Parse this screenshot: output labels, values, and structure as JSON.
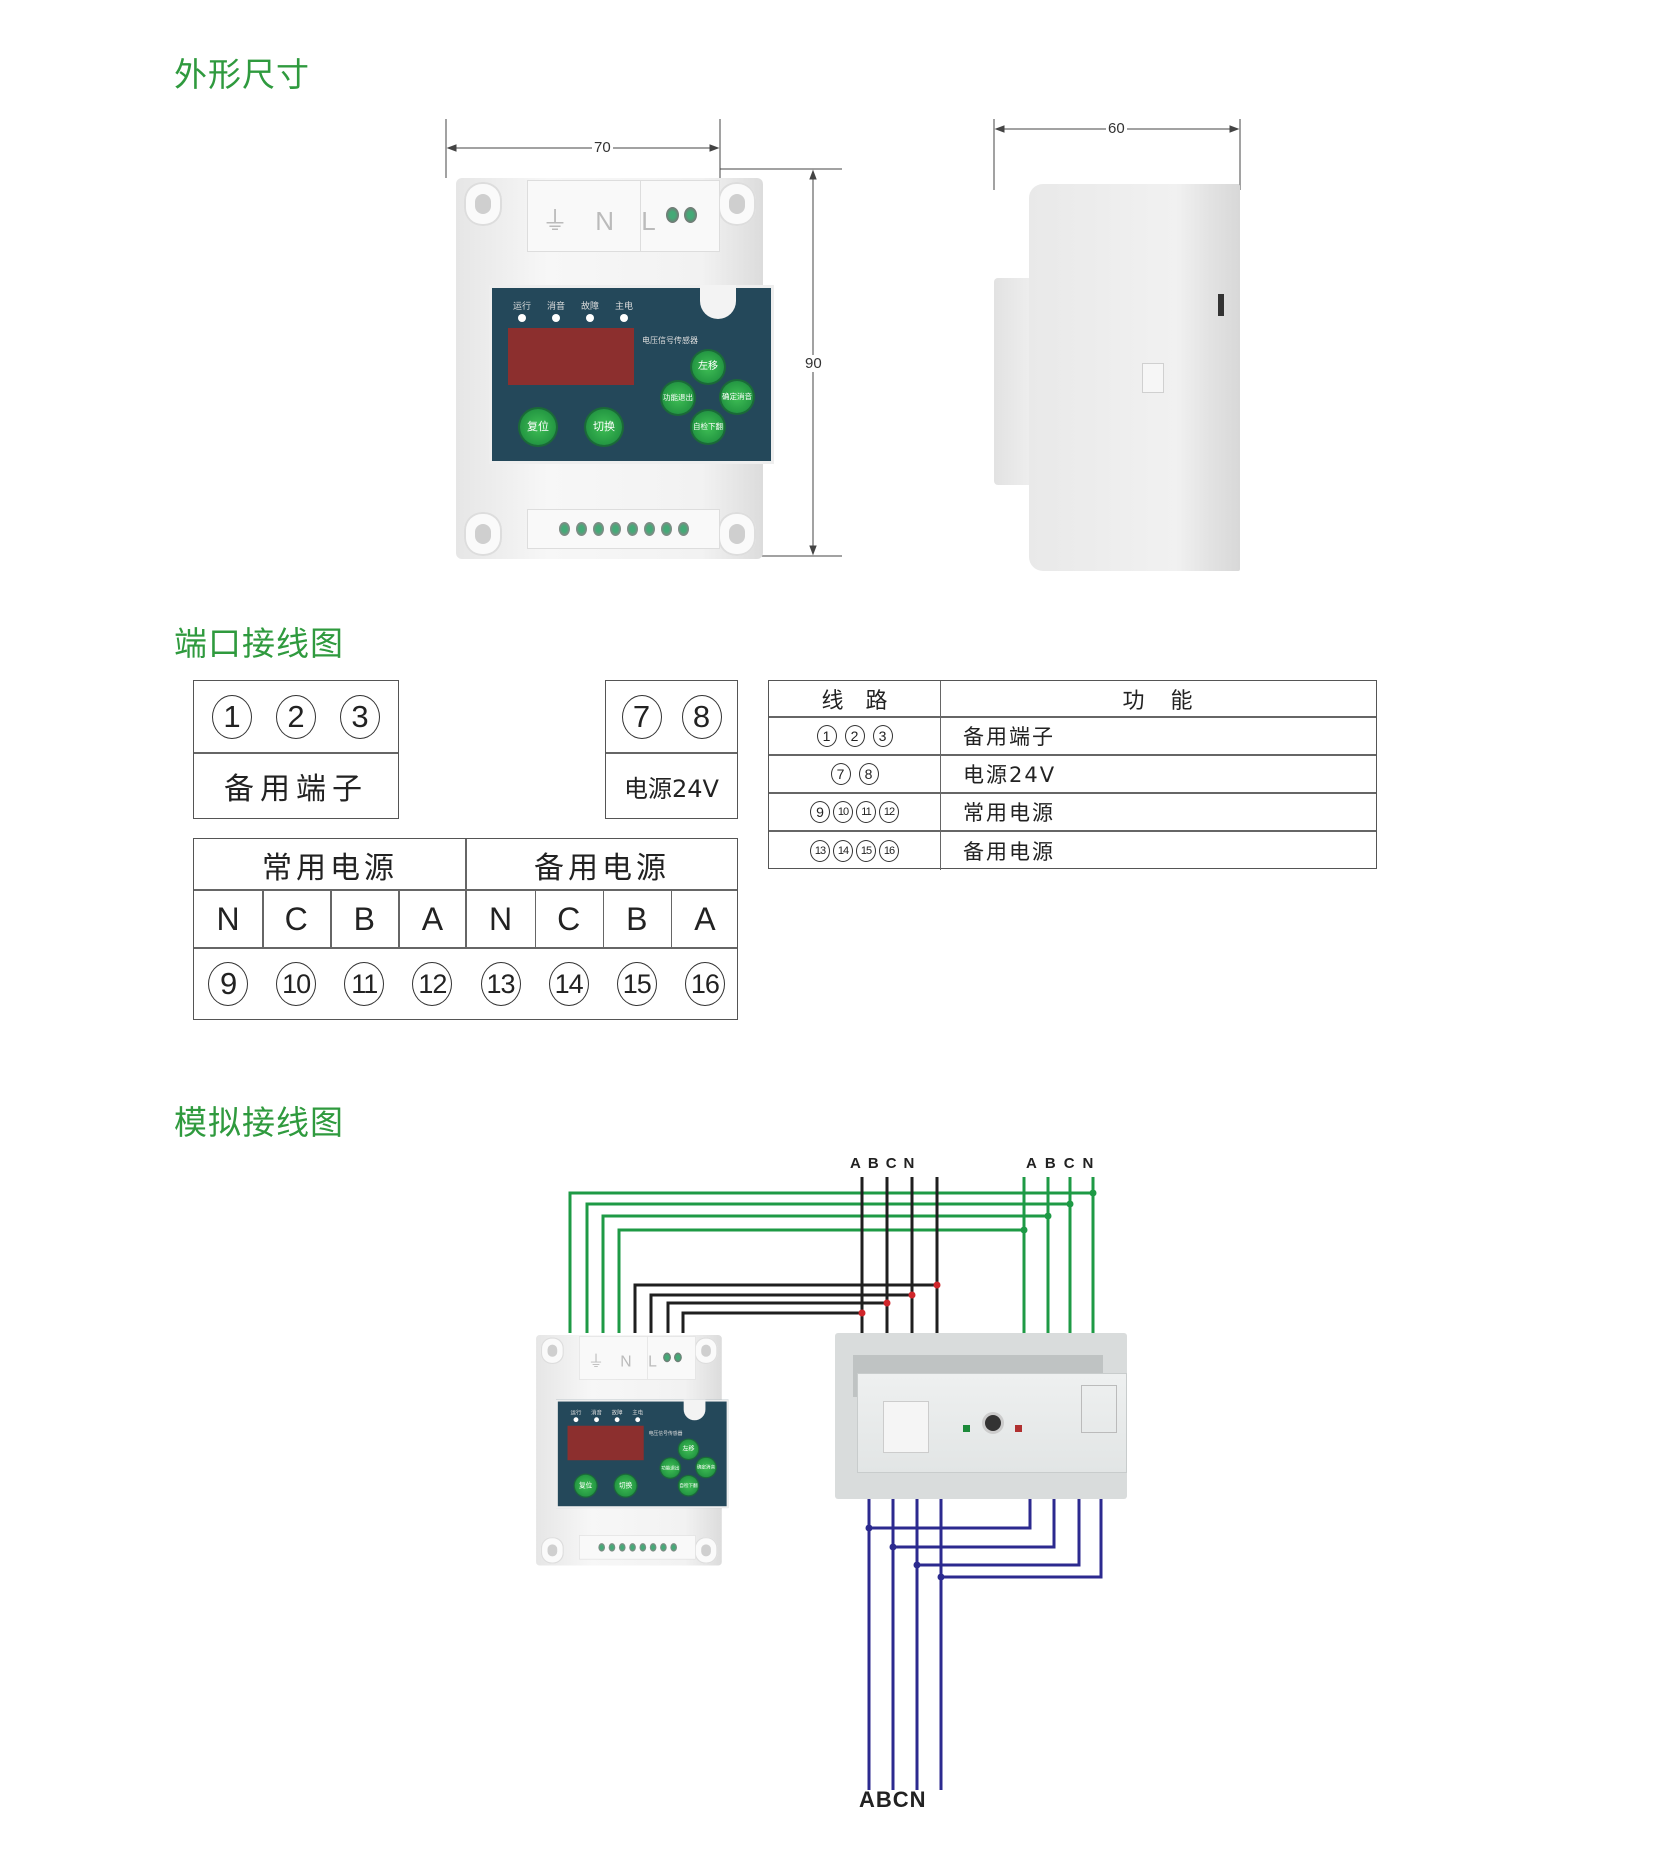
{
  "sections": {
    "dimensions_title": "外形尺寸",
    "ports_title": "端口接线图",
    "wiring_title": "模拟接线图"
  },
  "dimensions": {
    "width": "70",
    "height": "90",
    "depth": "60"
  },
  "device": {
    "ground_n_l": "⏚ N L",
    "leds": [
      "运行",
      "消音",
      "故障",
      "主电"
    ],
    "model": "电压信号传感器",
    "buttons": {
      "left": "左移",
      "func_exit": "功能退出",
      "confirm_mute": "确定消音",
      "selftest_down": "自检下翻",
      "reset": "复位",
      "switch": "切换"
    }
  },
  "ports": {
    "spare_numbers": [
      "1",
      "2",
      "3"
    ],
    "spare_label": "备用端子",
    "power_numbers": [
      "7",
      "8"
    ],
    "power_label": "电源24V",
    "main_header": "常用电源",
    "backup_header": "备用电源",
    "phases": [
      "N",
      "C",
      "B",
      "A",
      "N",
      "C",
      "B",
      "A"
    ],
    "terminals": [
      "9",
      "10",
      "11",
      "12",
      "13",
      "14",
      "15",
      "16"
    ]
  },
  "function_table": {
    "headers": [
      "线　路",
      "功　能"
    ],
    "rows": [
      {
        "lines": [
          "1",
          "2",
          "3"
        ],
        "function": "备用端子"
      },
      {
        "lines": [
          "7",
          "8"
        ],
        "function": "电源24V"
      },
      {
        "lines": [
          "9",
          "10",
          "11",
          "12"
        ],
        "function": "常用电源"
      },
      {
        "lines": [
          "13",
          "14",
          "15",
          "16"
        ],
        "function": "备用电源"
      }
    ]
  },
  "wiring": {
    "main_phases": [
      "A",
      "B",
      "C",
      "N"
    ],
    "backup_phases": [
      "A",
      "B",
      "C",
      "N"
    ],
    "load_phases": "ABCN",
    "colors": {
      "main": "#1f1f1f",
      "backup": "#1e9a45",
      "load": "#2c2a8f",
      "junction": "#d0262b"
    }
  }
}
